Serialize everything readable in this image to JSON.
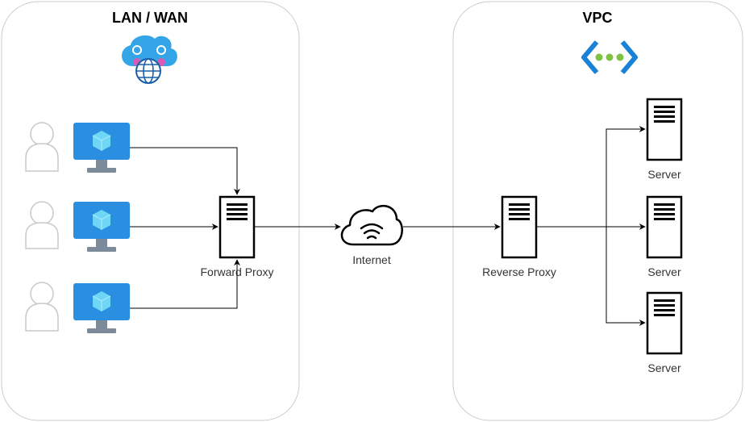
{
  "zones": {
    "lan": {
      "title": "LAN / WAN"
    },
    "vpc": {
      "title": "VPC"
    }
  },
  "nodes": {
    "forward_proxy": {
      "label": "Forward Proxy"
    },
    "internet": {
      "label": "Internet"
    },
    "reverse_proxy": {
      "label": "Reverse Proxy"
    },
    "servers": [
      {
        "label": "Server"
      },
      {
        "label": "Server"
      },
      {
        "label": "Server"
      }
    ]
  },
  "icons": {
    "lan_zone": "cloud-globe-icon",
    "vpc_zone": "virtual-network-icon",
    "clients": [
      "user-icon",
      "monitor-icon"
    ],
    "proxy": "server-icon",
    "internet": "cloud-wifi-icon"
  },
  "colors": {
    "monitor_blue": "#2a8fe0",
    "cube": "#6fd6f5",
    "vnet_blue": "#1a82d6",
    "vnet_green": "#7dc242",
    "cloud_blue": "#34a6e8",
    "node_pink": "#d65db5",
    "user_outline": "#c8c8c8",
    "zone_border": "#cccccc",
    "line": "#000000"
  }
}
